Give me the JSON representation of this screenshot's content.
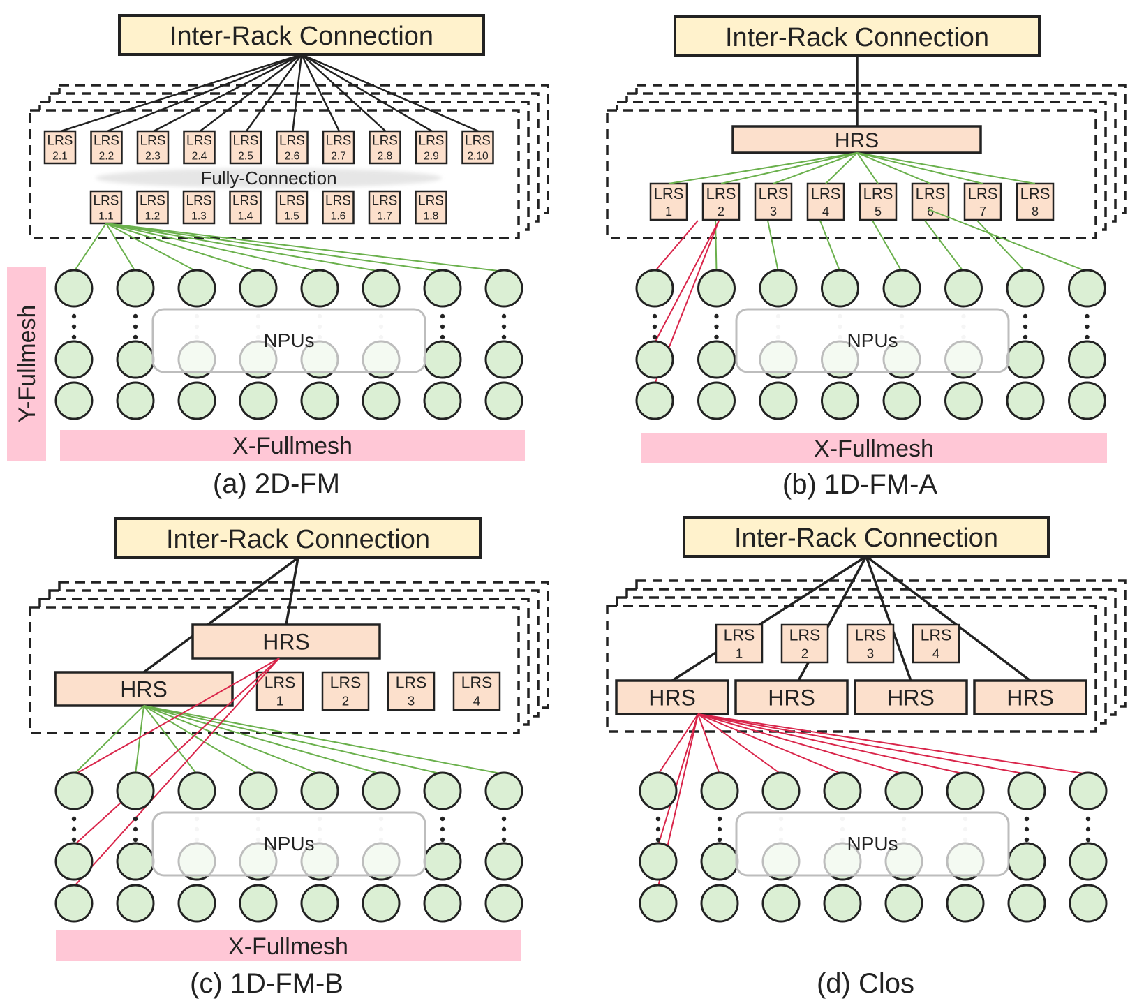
{
  "palette": {
    "inter_rack_fill": "#fff2cc",
    "switch_fill": "#fce0cc",
    "npu_fill": "#dbefd4",
    "npu_stroke": "#222222",
    "fullmesh_band": "#ffc7d6",
    "green_link": "#6ab04c",
    "red_link": "#d9254a",
    "npus_box_stroke": "#bdbdbd",
    "fully_connection_ellipse": "#ececec"
  },
  "labels": {
    "inter_rack": "Inter-Rack Connection",
    "hrs": "HRS",
    "lrs": "LRS",
    "npus": "NPUs",
    "x_fullmesh": "X-Fullmesh",
    "y_fullmesh": "Y-Fullmesh",
    "fully_connection": "Fully-Connection"
  },
  "panels": [
    {
      "id": "a",
      "caption": "(a) 2D-FM",
      "lrs_top_row": [
        "2.1",
        "2.2",
        "2.3",
        "2.4",
        "2.5",
        "2.6",
        "2.7",
        "2.8",
        "2.9",
        "2.10"
      ],
      "lrs_bottom_row": [
        "1.1",
        "1.2",
        "1.3",
        "1.4",
        "1.5",
        "1.6",
        "1.7",
        "1.8"
      ]
    },
    {
      "id": "b",
      "caption": "(b) 1D-FM-A",
      "lrs_row": [
        "1",
        "2",
        "3",
        "4",
        "5",
        "6",
        "7",
        "8"
      ]
    },
    {
      "id": "c",
      "caption": "(c) 1D-FM-B",
      "lrs_row": [
        "1",
        "2",
        "3",
        "4"
      ]
    },
    {
      "id": "d",
      "caption": "(d) Clos",
      "lrs_row": [
        "1",
        "2",
        "3",
        "4"
      ]
    }
  ]
}
